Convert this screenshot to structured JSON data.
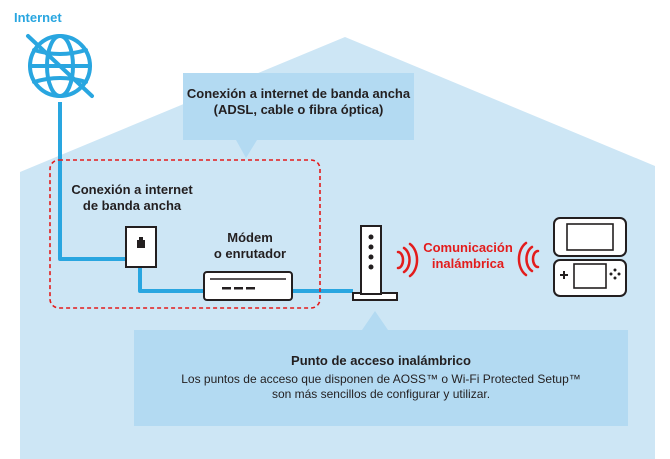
{
  "internet_label": "Internet",
  "broadband_callout": {
    "line1": "Conexión a internet de banda ancha",
    "line2": "(ADSL, cable o fibra óptica)"
  },
  "wall_connection_label": {
    "line1": "Conexión a internet",
    "line2": "de banda ancha"
  },
  "modem_label": {
    "line1": "Módem",
    "line2": "o enrutador"
  },
  "wireless_label": {
    "line1": "Comunicación",
    "line2": "inalámbrica"
  },
  "access_point_box": {
    "title": "Punto de acceso inalámbrico",
    "desc_line1": "Los puntos de acceso que disponen de AOSS™ o Wi-Fi Protected Setup™",
    "desc_line2": "son más sencillos de configurar y utilizar."
  },
  "colors": {
    "house": "#cde6f5",
    "callout": "#b3daf2",
    "internet_blue": "#29a6e0",
    "dashed_red": "#e31c1c",
    "wireless_red": "#e31c1c",
    "text": "#231f20"
  }
}
